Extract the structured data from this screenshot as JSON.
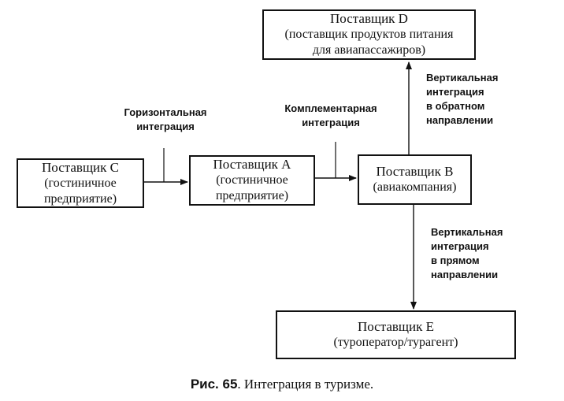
{
  "nodes": {
    "d": {
      "title": "Поставщик D",
      "line1": "(поставщик продуктов питания",
      "line2": "для авиапассажиров)"
    },
    "c": {
      "title": "Поставщик С",
      "line1": "(гостиничное",
      "line2": "предприятие)"
    },
    "a": {
      "title": "Поставщик А",
      "line1": "(гостиничное",
      "line2": "предприятие)"
    },
    "b": {
      "title": "Поставщик В",
      "line1": "(авиакомпания)"
    },
    "e": {
      "title": "Поставщик Е",
      "line1": "(туроператор/турагент)"
    }
  },
  "edges": {
    "horizontal": {
      "line1": "Горизонтальная",
      "line2": "интеграция"
    },
    "complementary": {
      "line1": "Комплементарная",
      "line2": "интеграция"
    },
    "vertical_back": {
      "line1": "Вертикальная",
      "line2": "интеграция",
      "line3": "в обратном",
      "line4": "направлении"
    },
    "vertical_forward": {
      "line1": "Вертикальная",
      "line2": "интеграция",
      "line3": "в прямом",
      "line4": "направлении"
    }
  },
  "caption": {
    "label": "Рис. 65",
    "text": ". Интеграция в туризме."
  },
  "colors": {
    "stroke": "#111111",
    "background": "#ffffff"
  }
}
